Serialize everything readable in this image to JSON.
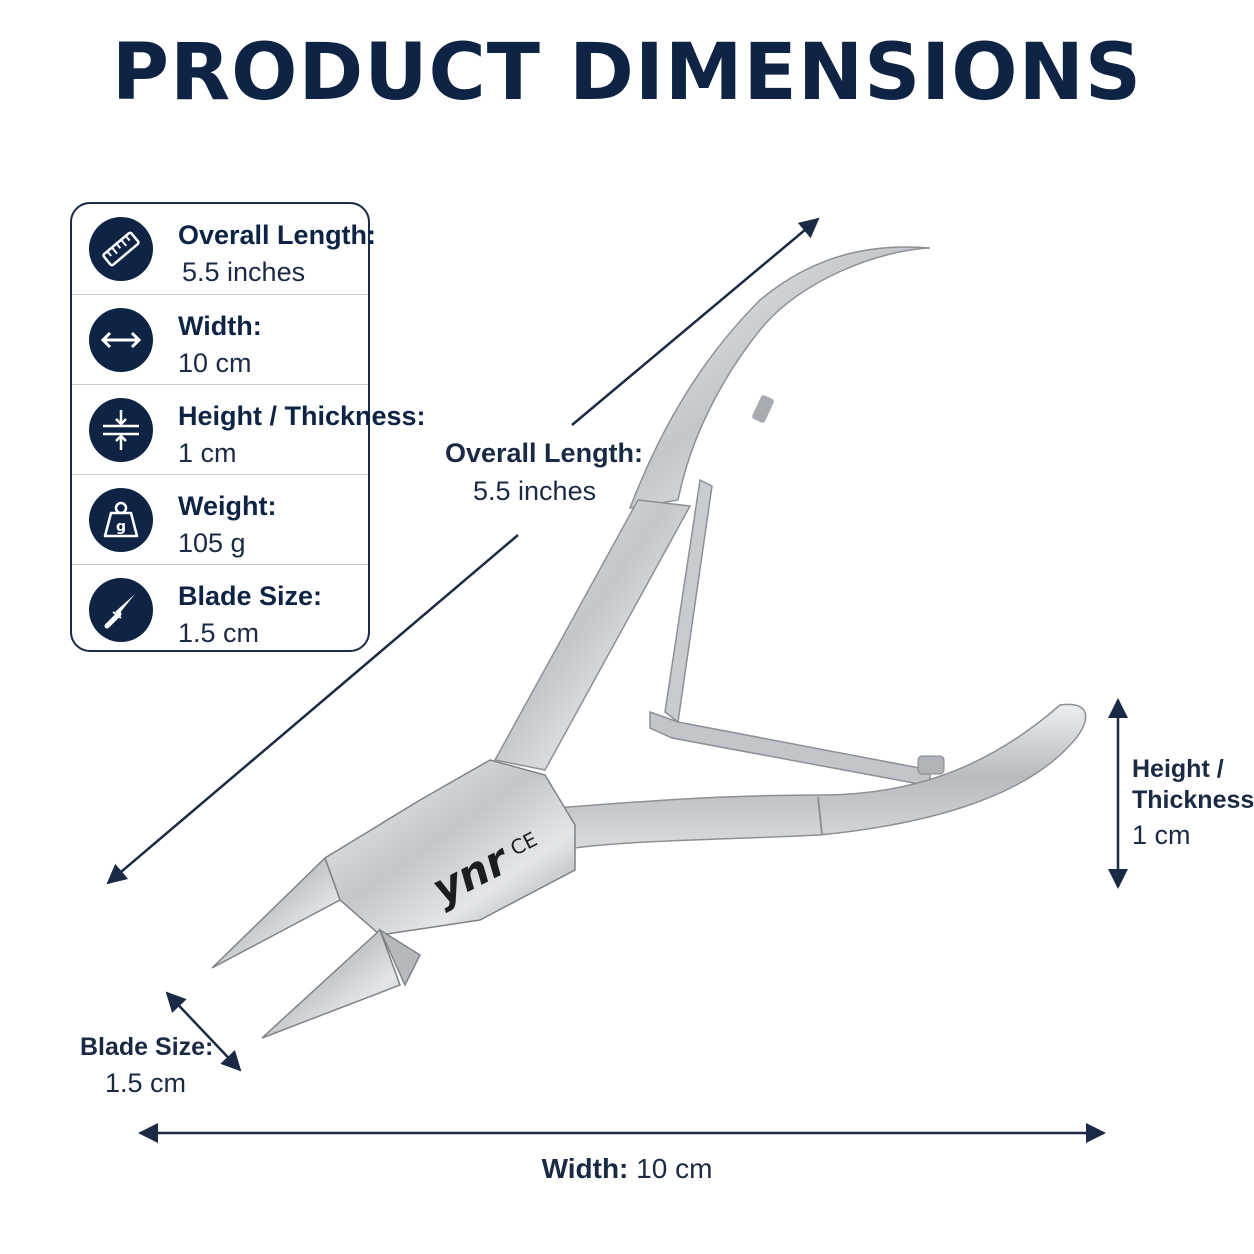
{
  "title": "PRODUCT DIMENSIONS",
  "specs": [
    {
      "label": "Overall Length:",
      "value": "5.5 inches",
      "icon": "ruler-icon"
    },
    {
      "label": "Width:",
      "value": "10 cm",
      "icon": "double-arrow-icon"
    },
    {
      "label": "Height / Thickness:",
      "value": "1 cm",
      "icon": "thickness-icon"
    },
    {
      "label": "Weight:",
      "value": "105 g",
      "icon": "weight-icon"
    },
    {
      "label": "Blade Size:",
      "value": "1.5 cm",
      "icon": "blade-icon"
    }
  ],
  "callouts": {
    "length": {
      "label": "Overall Length:",
      "value": "5.5 inches"
    },
    "height": {
      "label_line1": "Height /",
      "label_line2": "Thickness:",
      "value": "1 cm"
    },
    "blade": {
      "label": "Blade Size:",
      "value": "1.5 cm"
    },
    "width": {
      "label": "Width:",
      "value": "10 cm"
    }
  },
  "product": {
    "brand": "ynr",
    "mark": "CE"
  },
  "colors": {
    "navy": "#0f2444",
    "steel": "#c9ccd0"
  }
}
